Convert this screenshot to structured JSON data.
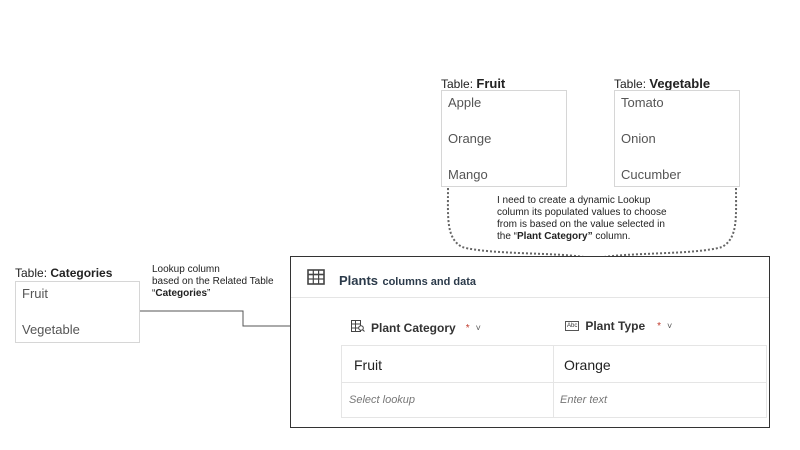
{
  "fruit_table": {
    "prefix": "Table:",
    "name": "Fruit",
    "items": [
      "Apple",
      "Orange",
      "Mango"
    ]
  },
  "vegetable_table": {
    "prefix": "Table:",
    "name": "Vegetable",
    "items": [
      "Tomato",
      "Onion",
      "Cucumber"
    ]
  },
  "categories_table": {
    "prefix": "Table:",
    "name": "Categories",
    "items": [
      "Fruit",
      "Vegetable"
    ]
  },
  "lookup_note": {
    "line1": "Lookup column",
    "line2": "based on the Related Table",
    "quote_open": "“",
    "table": "Categories",
    "quote_close": "”"
  },
  "dynamic_note": {
    "line1": "I need to create a dynamic Lookup",
    "line2": "column its populated values to choose",
    "line3": "from is based on the value selected in",
    "line4_prefix": "the “",
    "line4_col": "Plant Category”",
    "line4_suffix": " column."
  },
  "plants": {
    "title_main": "Plants",
    "title_rest": "columns and data",
    "table_icon": "table-grid-icon",
    "columns": [
      {
        "label": "Plant Category",
        "icon": "lookup-column-icon",
        "required": "*",
        "chevron": "˅"
      },
      {
        "label": "Plant Type",
        "icon": "text-column-icon",
        "icon_text": "Abc",
        "required": "*",
        "chevron": "˅"
      }
    ],
    "row_values": [
      "Fruit",
      "Orange"
    ],
    "placeholders": [
      "Select lookup",
      "Enter text"
    ]
  },
  "colors": {
    "border_dark": "#333333",
    "required": "#c0392b",
    "connector": "#777777"
  }
}
